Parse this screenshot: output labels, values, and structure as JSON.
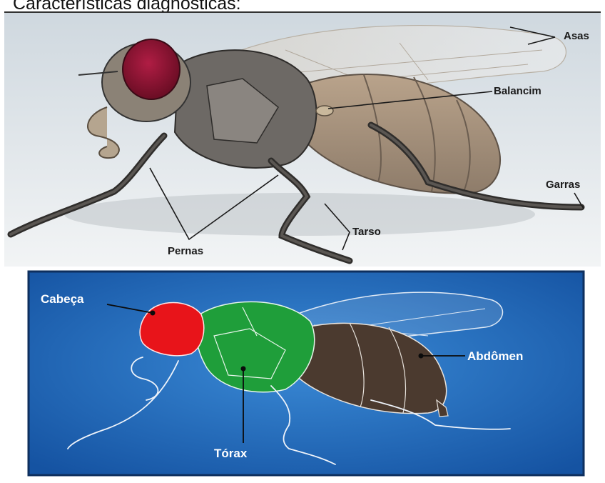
{
  "heading": "Características diagnósticas:",
  "top_labels": {
    "wings": "Asas",
    "haltere": "Balancim",
    "claws": "Garras",
    "tarsus": "Tarso",
    "legs": "Pernas"
  },
  "bottom_labels": {
    "head": "Cabeça",
    "abdomen": "Abdômen",
    "thorax": "Tórax"
  },
  "colors": {
    "head": "#e8141a",
    "thorax": "#1f9e3a",
    "abdomen": "#4b3a2f",
    "panel": "#1b67b7",
    "eye": "#8a1330",
    "body": "#6f6a66",
    "abdomen_fur": "#a48f7a"
  }
}
